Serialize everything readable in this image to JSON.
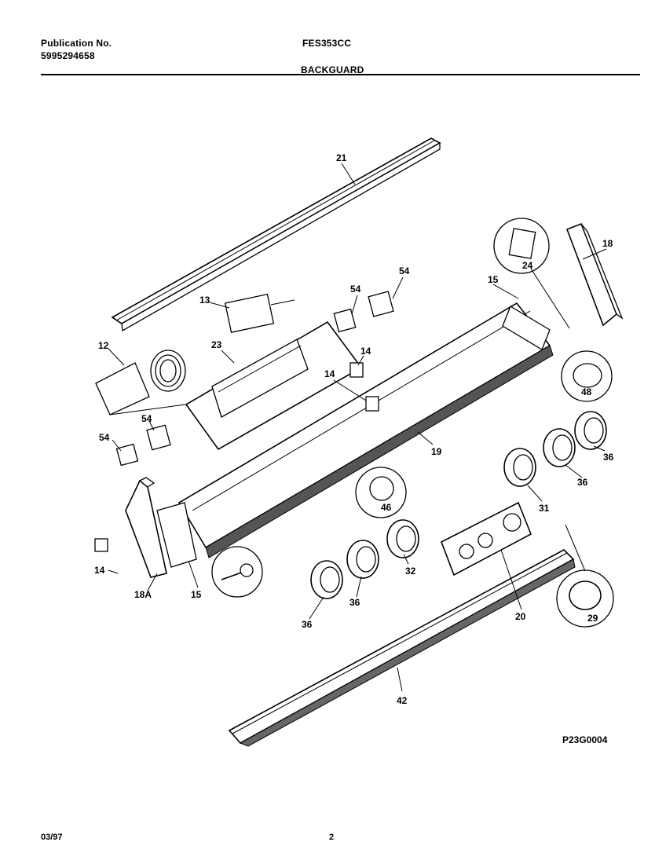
{
  "header": {
    "publication_label": "Publication No.",
    "publication_number": "5995294658",
    "model": "FES353CC",
    "section": "BACKGUARD"
  },
  "footer": {
    "date": "03/97",
    "page": "2"
  },
  "diagram": {
    "code": "P23G0004",
    "callouts": [
      "21",
      "18",
      "24",
      "15",
      "54",
      "54",
      "13",
      "12",
      "23",
      "14",
      "14",
      "48",
      "54",
      "54",
      "19",
      "36",
      "36",
      "18A",
      "14",
      "15",
      "46",
      "31",
      "32",
      "36",
      "36",
      "20",
      "29",
      "42"
    ]
  }
}
